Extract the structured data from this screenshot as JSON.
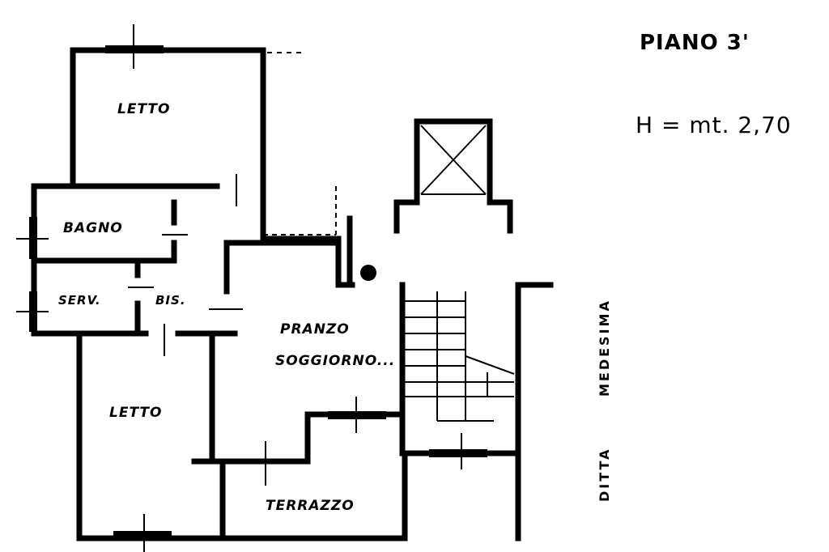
{
  "header": {
    "floor": "PIANO 3'",
    "height": "H = mt. 2,70"
  },
  "rooms": {
    "letto_top": "LETTO",
    "bagno": "BAGNO",
    "serv": "SERV.",
    "bis": "BIS.",
    "pranzo": "PRANZO",
    "soggiorno": "SOGGIORNO...",
    "letto_bottom": "LETTO",
    "terrazzo": "TERRAZZO"
  },
  "neighbor": {
    "line1": "DITTA",
    "line2": "MEDESIMA"
  }
}
